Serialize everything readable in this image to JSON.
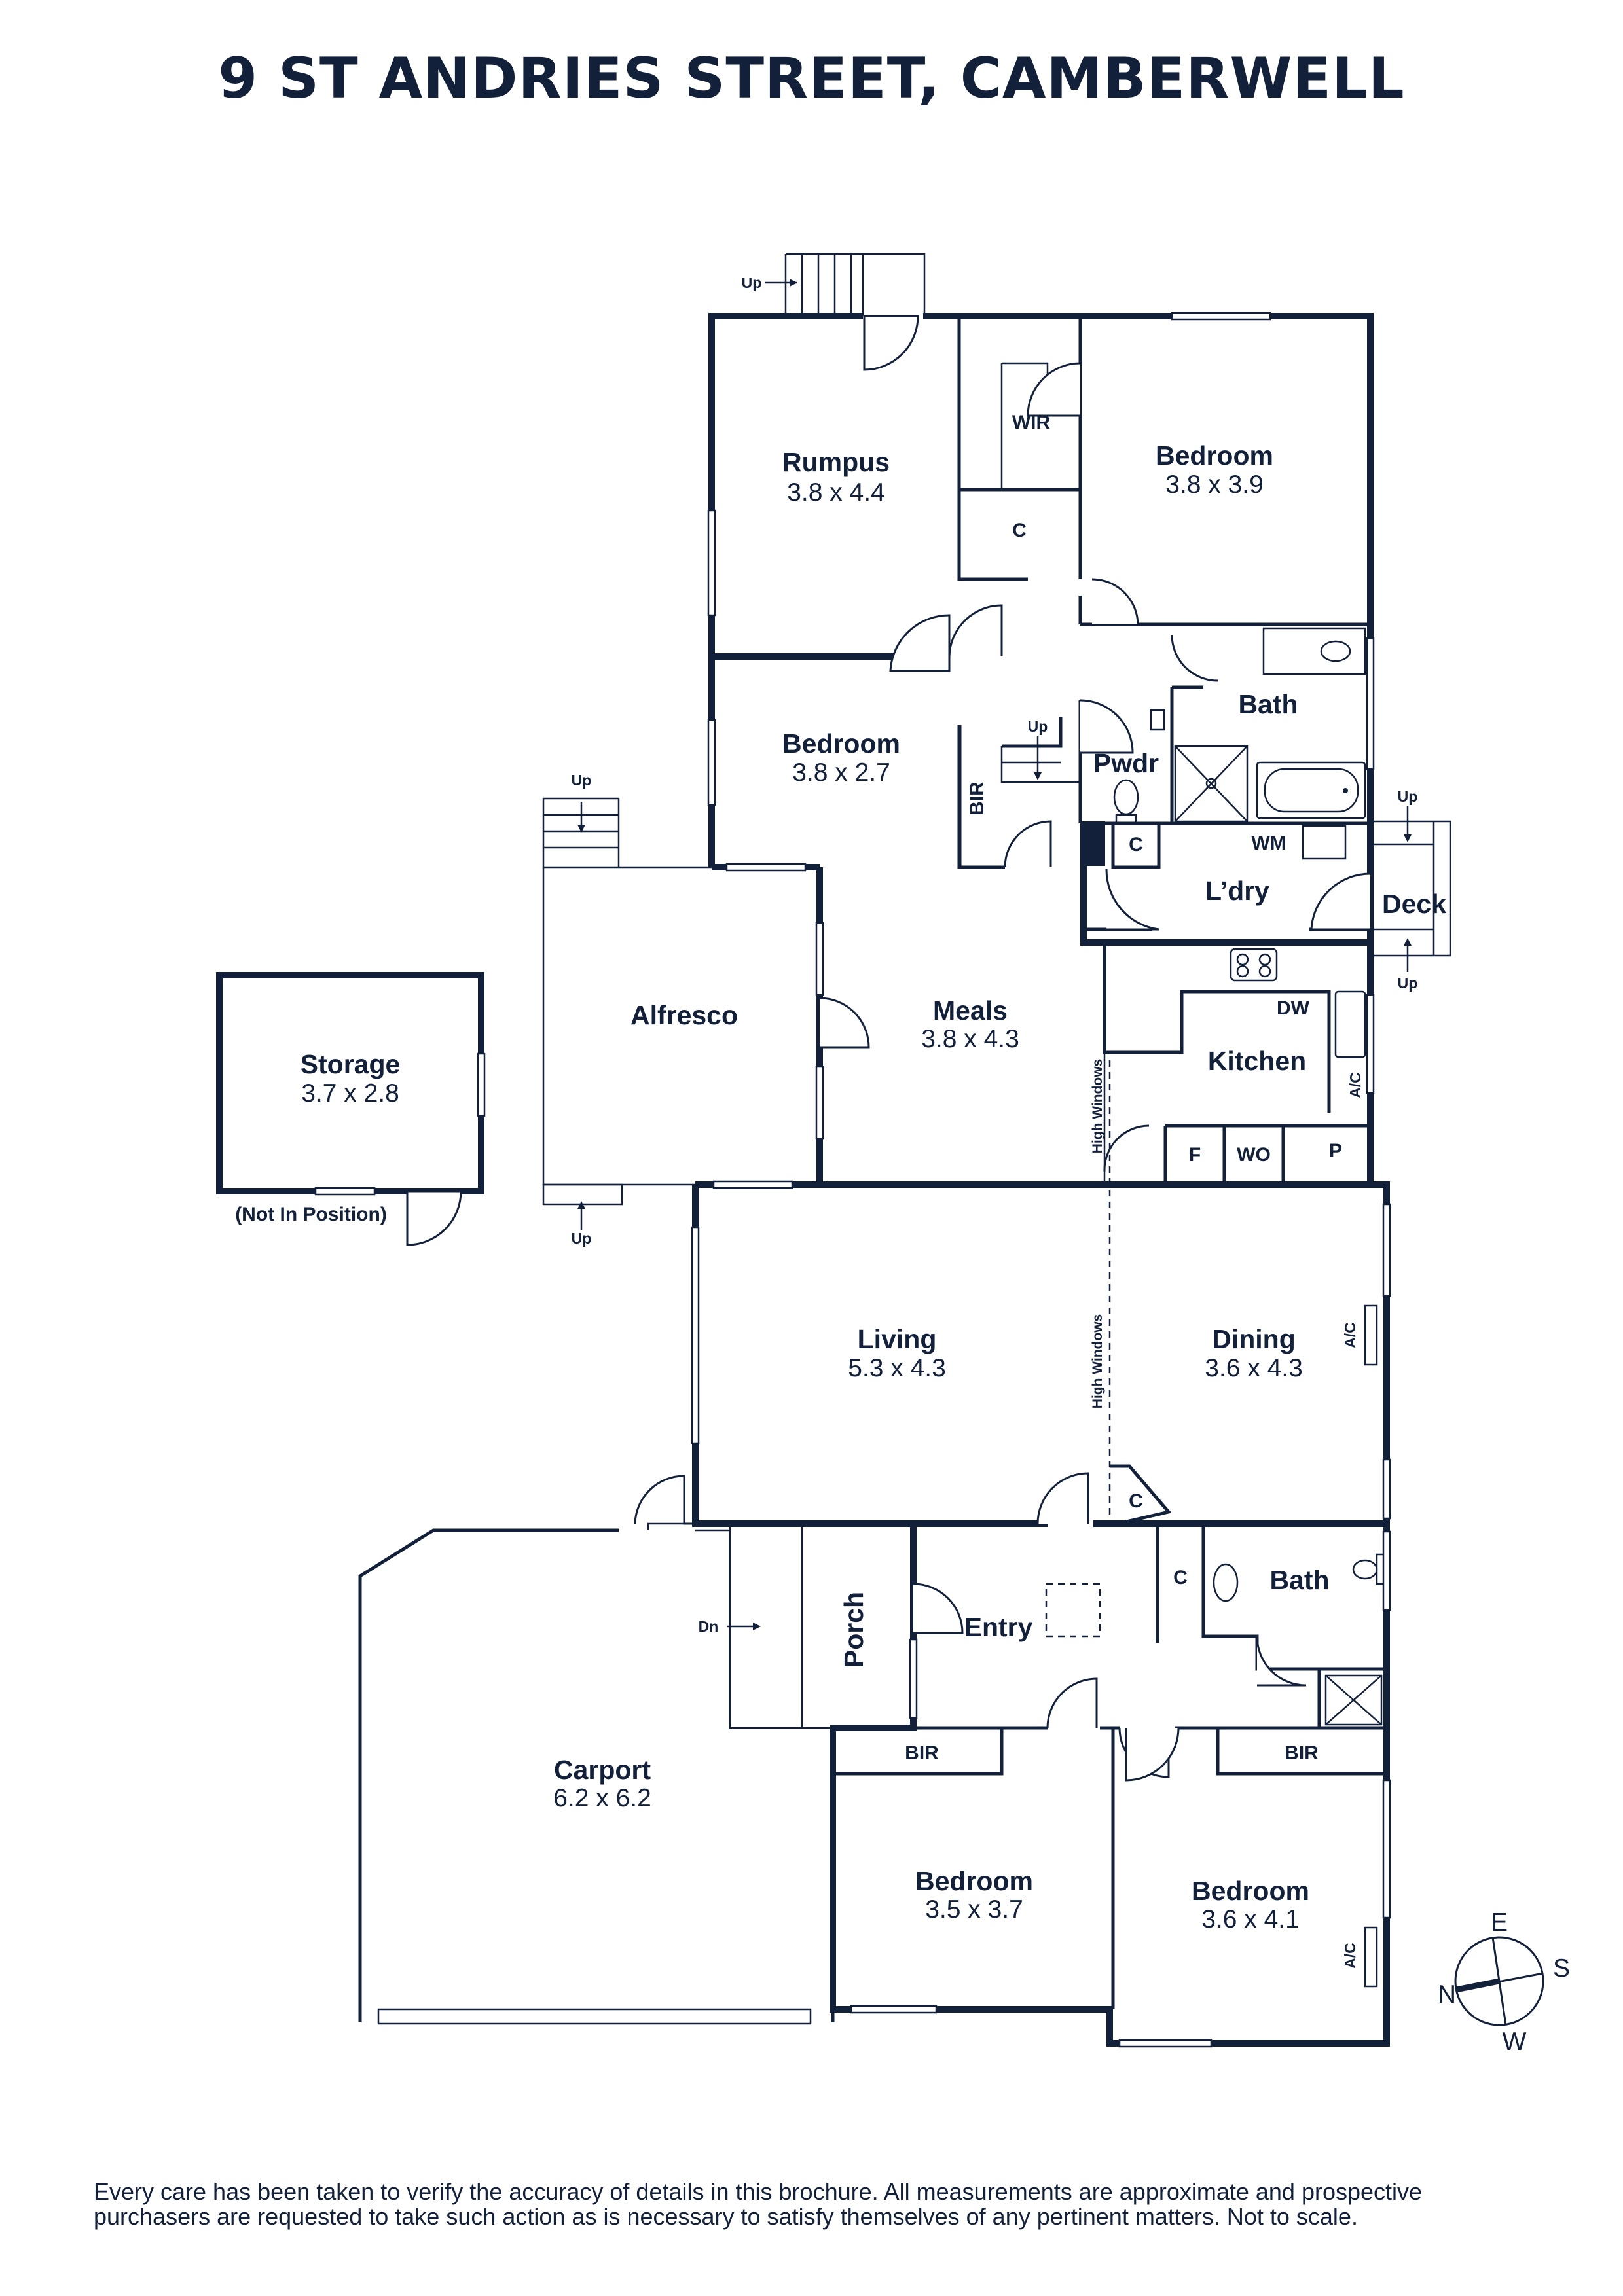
{
  "title": "9 ST ANDRIES STREET, CAMBERWELL",
  "rooms": {
    "rumpus": {
      "name": "Rumpus",
      "dims": "3.8 x 4.4"
    },
    "bedroom1": {
      "name": "Bedroom",
      "dims": "3.8 x 3.9"
    },
    "bedroom2": {
      "name": "Bedroom",
      "dims": "3.8 x 2.7"
    },
    "storage": {
      "name": "Storage",
      "dims": "3.7 x 2.8",
      "note": "(Not In Position)"
    },
    "alfresco": {
      "name": "Alfresco"
    },
    "meals": {
      "name": "Meals",
      "dims": "3.8 x 4.3"
    },
    "kitchen": {
      "name": "Kitchen"
    },
    "living": {
      "name": "Living",
      "dims": "5.3 x 4.3"
    },
    "dining": {
      "name": "Dining",
      "dims": "3.6 x 4.3"
    },
    "carport": {
      "name": "Carport",
      "dims": "6.2 x 6.2"
    },
    "porch": {
      "name": "Porch"
    },
    "entry": {
      "name": "Entry"
    },
    "bath1": {
      "name": "Bath"
    },
    "bath2": {
      "name": "Bath"
    },
    "pwdr": {
      "name": "Pwdr"
    },
    "laundry": {
      "name": "L’dry"
    },
    "deck": {
      "name": "Deck"
    },
    "bedroom3": {
      "name": "Bedroom",
      "dims": "3.5 x 3.7"
    },
    "bedroom4": {
      "name": "Bedroom",
      "dims": "3.6 x 4.1"
    }
  },
  "fixtures": {
    "wir": "WIR",
    "closet": "C",
    "bir": "BIR",
    "wm": "WM",
    "dw": "DW",
    "ac": "A/C",
    "fridge": "F",
    "wo": "WO",
    "pantry": "P",
    "high_windows": "High Windows"
  },
  "stairs": {
    "up": "Up",
    "down": "Dn"
  },
  "compass": {
    "n": "N",
    "e": "E",
    "s": "S",
    "w": "W"
  },
  "disclaimer_line1": "Every care has been taken to verify the accuracy of details in this brochure. All measurements are approximate and prospective",
  "disclaimer_line2": "purchasers are requested to take such action as is necessary to satisfy themselves of any pertinent matters. Not to scale.",
  "colors": {
    "ink": "#13203a",
    "background": "#ffffff"
  }
}
